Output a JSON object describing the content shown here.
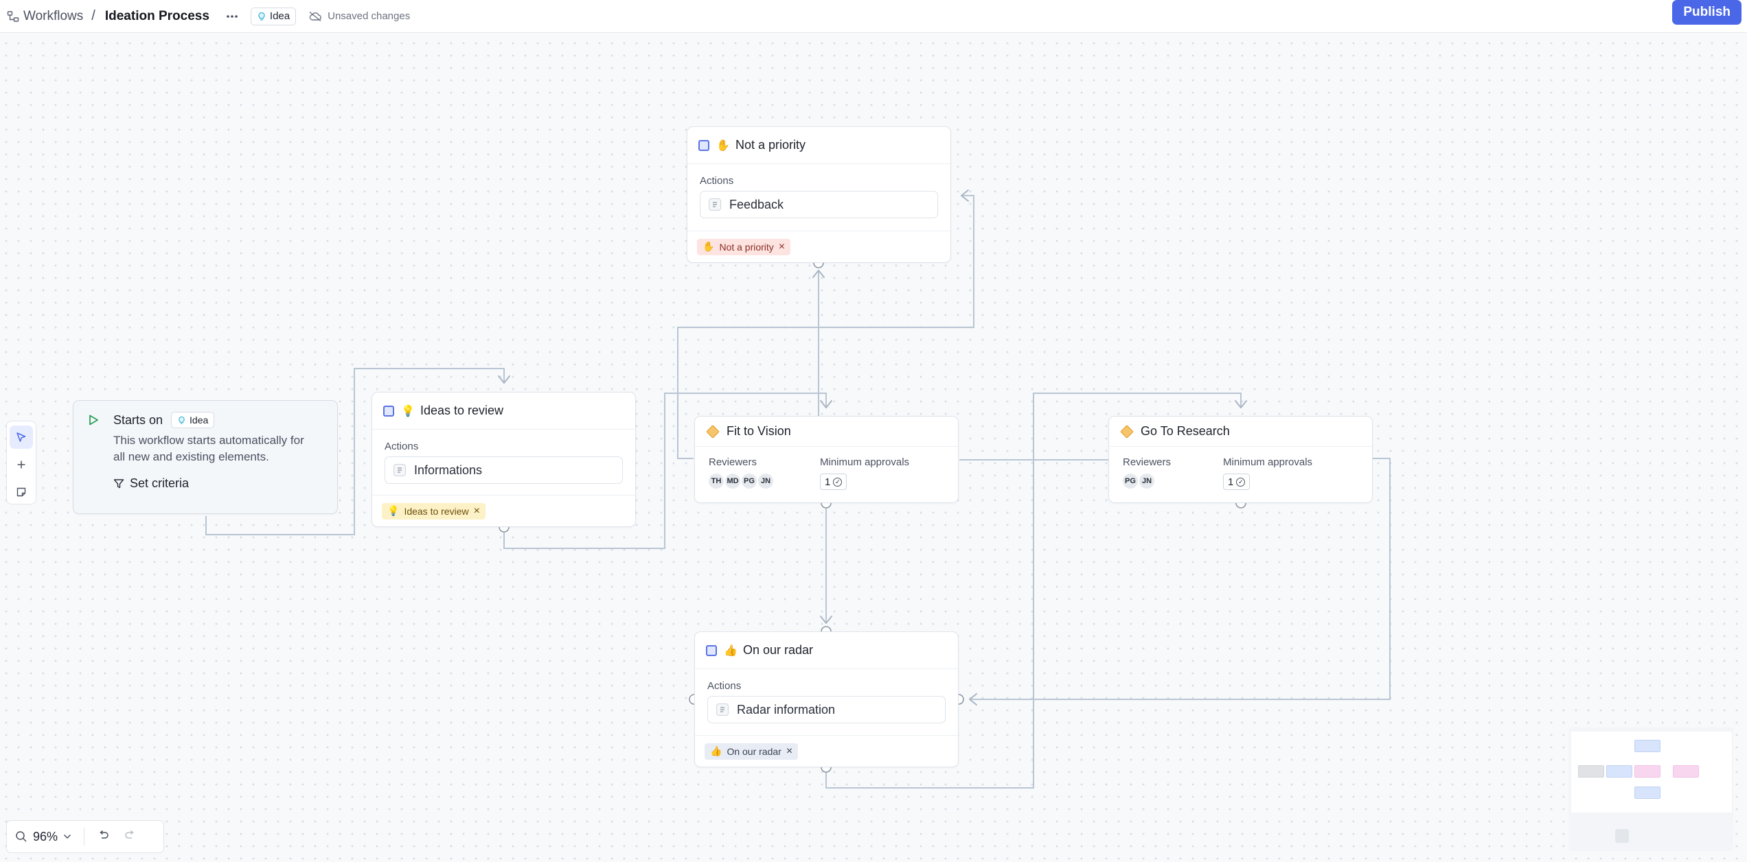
{
  "header": {
    "breadcrumb_root": "Workflows",
    "breadcrumb_sep": "/",
    "title": "Ideation Process",
    "more_icon": "…",
    "type_tag": "Idea",
    "unsaved_label": "Unsaved changes",
    "publish_label": "Publish"
  },
  "start": {
    "title": "Starts on",
    "tag": "Idea",
    "description_line1": "This workflow starts automatically for",
    "description_line2": "all new and existing elements.",
    "criteria_label": "Set criteria"
  },
  "nodes": {
    "not_priority": {
      "emoji": "✋",
      "title": "Not a priority",
      "section_label": "Actions",
      "action": "Feedback",
      "status_emoji": "✋",
      "status": "Not a priority"
    },
    "ideas_review": {
      "emoji": "💡",
      "title": "Ideas to review",
      "section_label": "Actions",
      "action": "Informations",
      "status_emoji": "💡",
      "status": "Ideas to review"
    },
    "fit_vision": {
      "title": "Fit to Vision",
      "reviewers_label": "Reviewers",
      "approvals_label": "Minimum approvals",
      "reviewers": [
        "TH",
        "MD",
        "PG",
        "JN"
      ],
      "min_approvals": "1"
    },
    "go_research": {
      "title": "Go To Research",
      "reviewers_label": "Reviewers",
      "approvals_label": "Minimum approvals",
      "reviewers": [
        "PG",
        "JN"
      ],
      "min_approvals": "1"
    },
    "on_radar": {
      "emoji": "👍",
      "title": "On our radar",
      "section_label": "Actions",
      "action": "Radar information",
      "status_emoji": "👍",
      "status": "On our radar"
    }
  },
  "zoom": {
    "value": "96%"
  },
  "colors": {
    "accent": "#4a67e8",
    "edge": "#b9c5d2",
    "canvas": "#f7f9fb"
  }
}
